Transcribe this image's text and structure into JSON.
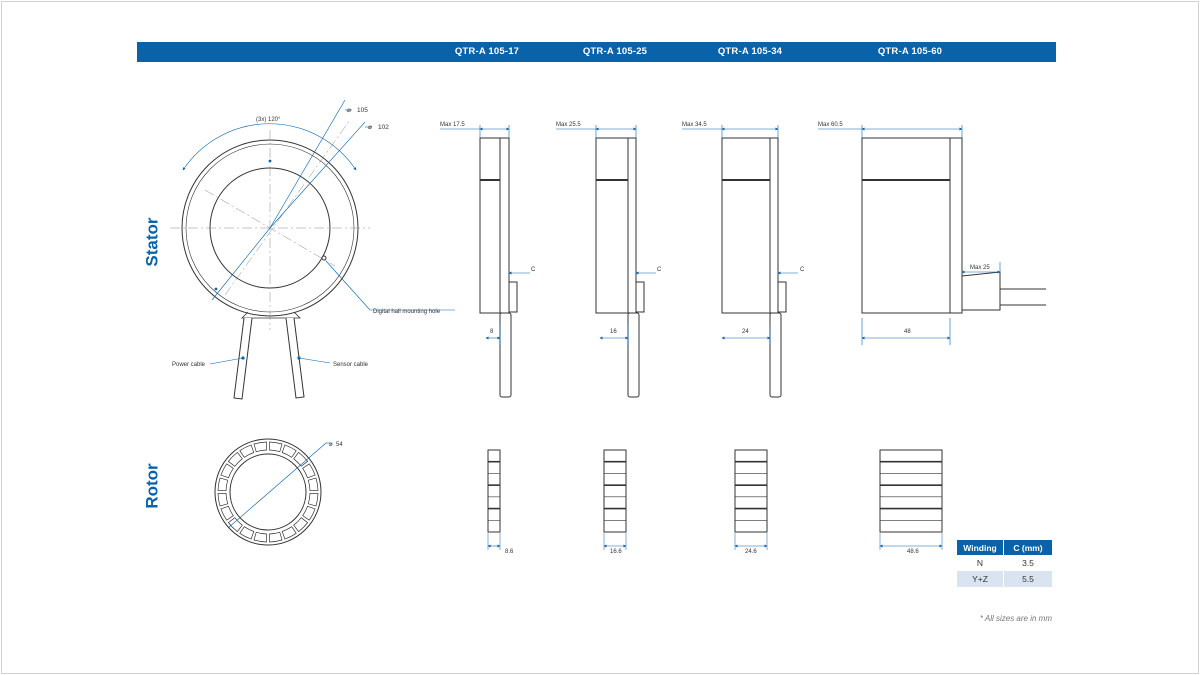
{
  "header": {
    "models": [
      "QTR-A 105-17",
      "QTR-A 105-25",
      "QTR-A 105-34",
      "QTR-A 105-60"
    ]
  },
  "sections": {
    "stator": "Stator",
    "rotor": "Rotor"
  },
  "stator_front": {
    "angle_label": "(3x) 120°",
    "dia_outer": "105",
    "dia_inner": "102",
    "hall_label": "Digital hall mounting hole",
    "power_cable": "Power cable",
    "sensor_cable": "Sensor cable"
  },
  "stator_side": [
    {
      "max": "Max 17.5",
      "c": "C",
      "depth": "8"
    },
    {
      "max": "Max 25.5",
      "c": "C",
      "depth": "16"
    },
    {
      "max": "Max 34.5",
      "c": "C",
      "depth": "24"
    },
    {
      "max": "Max 60.5",
      "cable_max": "Max 25",
      "depth": "48"
    }
  ],
  "rotor_front": {
    "dia": "54"
  },
  "rotor_side": [
    "8.6",
    "16.6",
    "24.6",
    "48.6"
  ],
  "table": {
    "headers": [
      "Winding",
      "C (mm)"
    ],
    "rows": [
      {
        "winding": "N",
        "c": "3.5"
      },
      {
        "winding": "Y+Z",
        "c": "5.5"
      }
    ]
  },
  "footnote": "* All sizes are in mm",
  "colors": {
    "accent": "#0a62a9",
    "line": "#333333",
    "table_alt_row": "#d9e4f0"
  }
}
